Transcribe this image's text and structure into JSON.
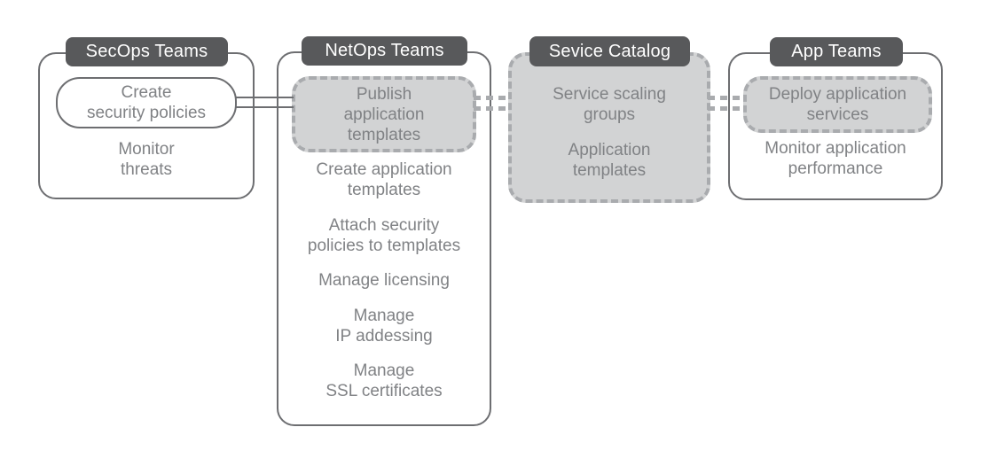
{
  "colors": {
    "badge_bg": "#58595b",
    "badge_text": "#ffffff",
    "box_border": "#6d6e71",
    "text_gray": "#808285",
    "dashed_fill": "#d2d3d4",
    "dashed_border": "#a9abae"
  },
  "columns": {
    "secops": {
      "title": "SecOps Teams",
      "highlight": "Create\nsecurity policies",
      "tasks": [
        "Monitor\nthreats"
      ]
    },
    "netops": {
      "title": "NetOps Teams",
      "highlight": "Publish\napplication\ntemplates",
      "tasks": [
        "Create application\ntemplates",
        "Attach security\npolicies to templates",
        "Manage licensing",
        "Manage\nIP addessing",
        "Manage\nSSL certificates"
      ]
    },
    "catalog": {
      "title": "Sevice Catalog",
      "tasks": [
        "Service scaling\ngroups",
        "Application\ntemplates"
      ]
    },
    "appteams": {
      "title": "App Teams",
      "highlight": "Deploy application\nservices",
      "tasks": [
        "Monitor application\nperformance"
      ]
    }
  },
  "connectors": [
    {
      "from": "secops-highlight",
      "to": "netops-highlight",
      "style": "double-solid"
    },
    {
      "from": "netops-highlight",
      "to": "catalog",
      "style": "double-dashed"
    },
    {
      "from": "catalog",
      "to": "appteams-highlight",
      "style": "double-dashed"
    }
  ]
}
